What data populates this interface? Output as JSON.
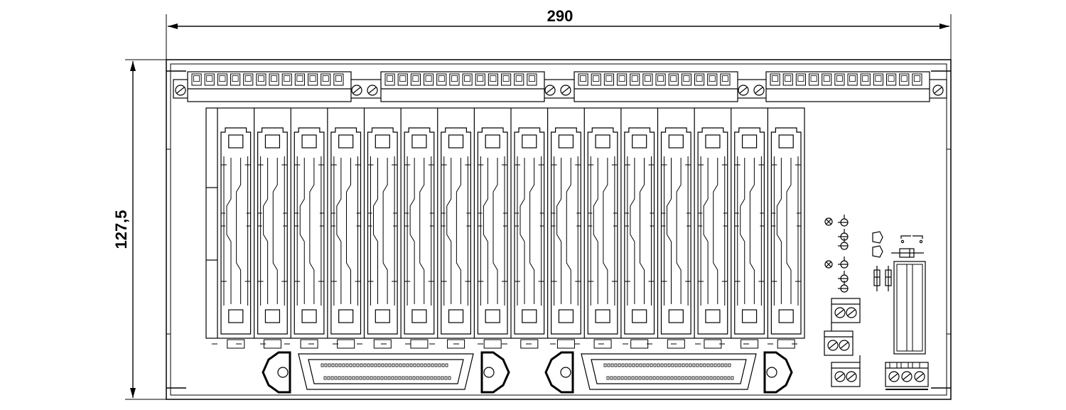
{
  "dimensions": {
    "width_label": "290",
    "height_label": "127,5"
  },
  "device": {
    "terminal_blocks": 4,
    "terminals_per_block": 12,
    "relay_slots": 16,
    "connectors": 2,
    "colors": {
      "line": "#000000",
      "background": "#ffffff"
    }
  }
}
